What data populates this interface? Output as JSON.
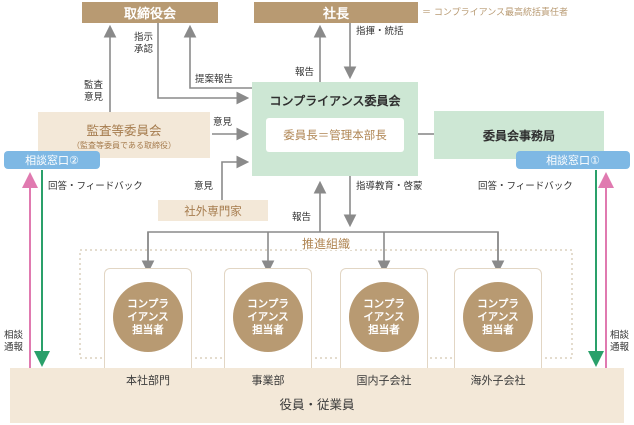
{
  "board": "取締役会",
  "president": "社長",
  "president_note": "＝ コンプライアンス最高統括責任者",
  "committee": {
    "title": "コンプライアンス委員会",
    "chair": "委員長＝管理本部長"
  },
  "secretariat": "委員会事務局",
  "audit": {
    "title": "監査等委員会",
    "sub": "（監査等委員である取締役）"
  },
  "external": "社外専門家",
  "desk_left": "相談窓口②",
  "desk_right": "相談窓口①",
  "promotion": "推進組織",
  "officers": "コンプライアンス担当者",
  "units": [
    "本社部門",
    "事業部",
    "国内子会社",
    "海外子会社"
  ],
  "employees": "役員・従業員",
  "labels": {
    "instruct_approve": "指示\n承認",
    "proposal_report": "提案報告",
    "report_to_president": "報告",
    "command_control": "指揮・統括",
    "audit_opinion": "監査\n意見",
    "opinion_audit": "意見",
    "opinion_external": "意見",
    "guidance": "指導教育・啓蒙",
    "report_up": "報告",
    "feedback_left": "回答・フィードバック",
    "feedback_right": "回答・フィードバック",
    "consult_left": "相談\n通報",
    "consult_right": "相談\n通報"
  }
}
